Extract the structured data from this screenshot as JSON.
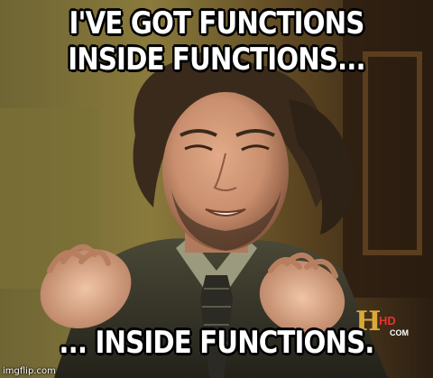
{
  "meme": {
    "top_text_line1": "I'VE GOT FUNCTIONS",
    "top_text_line2": "INSIDE FUNCTIONS...",
    "bottom_text": "... INSIDE FUNCTIONS.",
    "watermark": "imgflip.com"
  },
  "logo": {
    "letter": "H",
    "hd_mark": "HD",
    "com_mark": "COM"
  },
  "colors": {
    "background_dark": "#1e1a14",
    "wall_gold": "#8a7a3c",
    "skin": "#c98f6e",
    "hair": "#3a2a1c",
    "suit": "#3b3a2e",
    "shirt": "#9c9a7e",
    "caption_fill": "#ffffff",
    "caption_outline": "#000000",
    "logo_gold": "#d9a93a"
  }
}
